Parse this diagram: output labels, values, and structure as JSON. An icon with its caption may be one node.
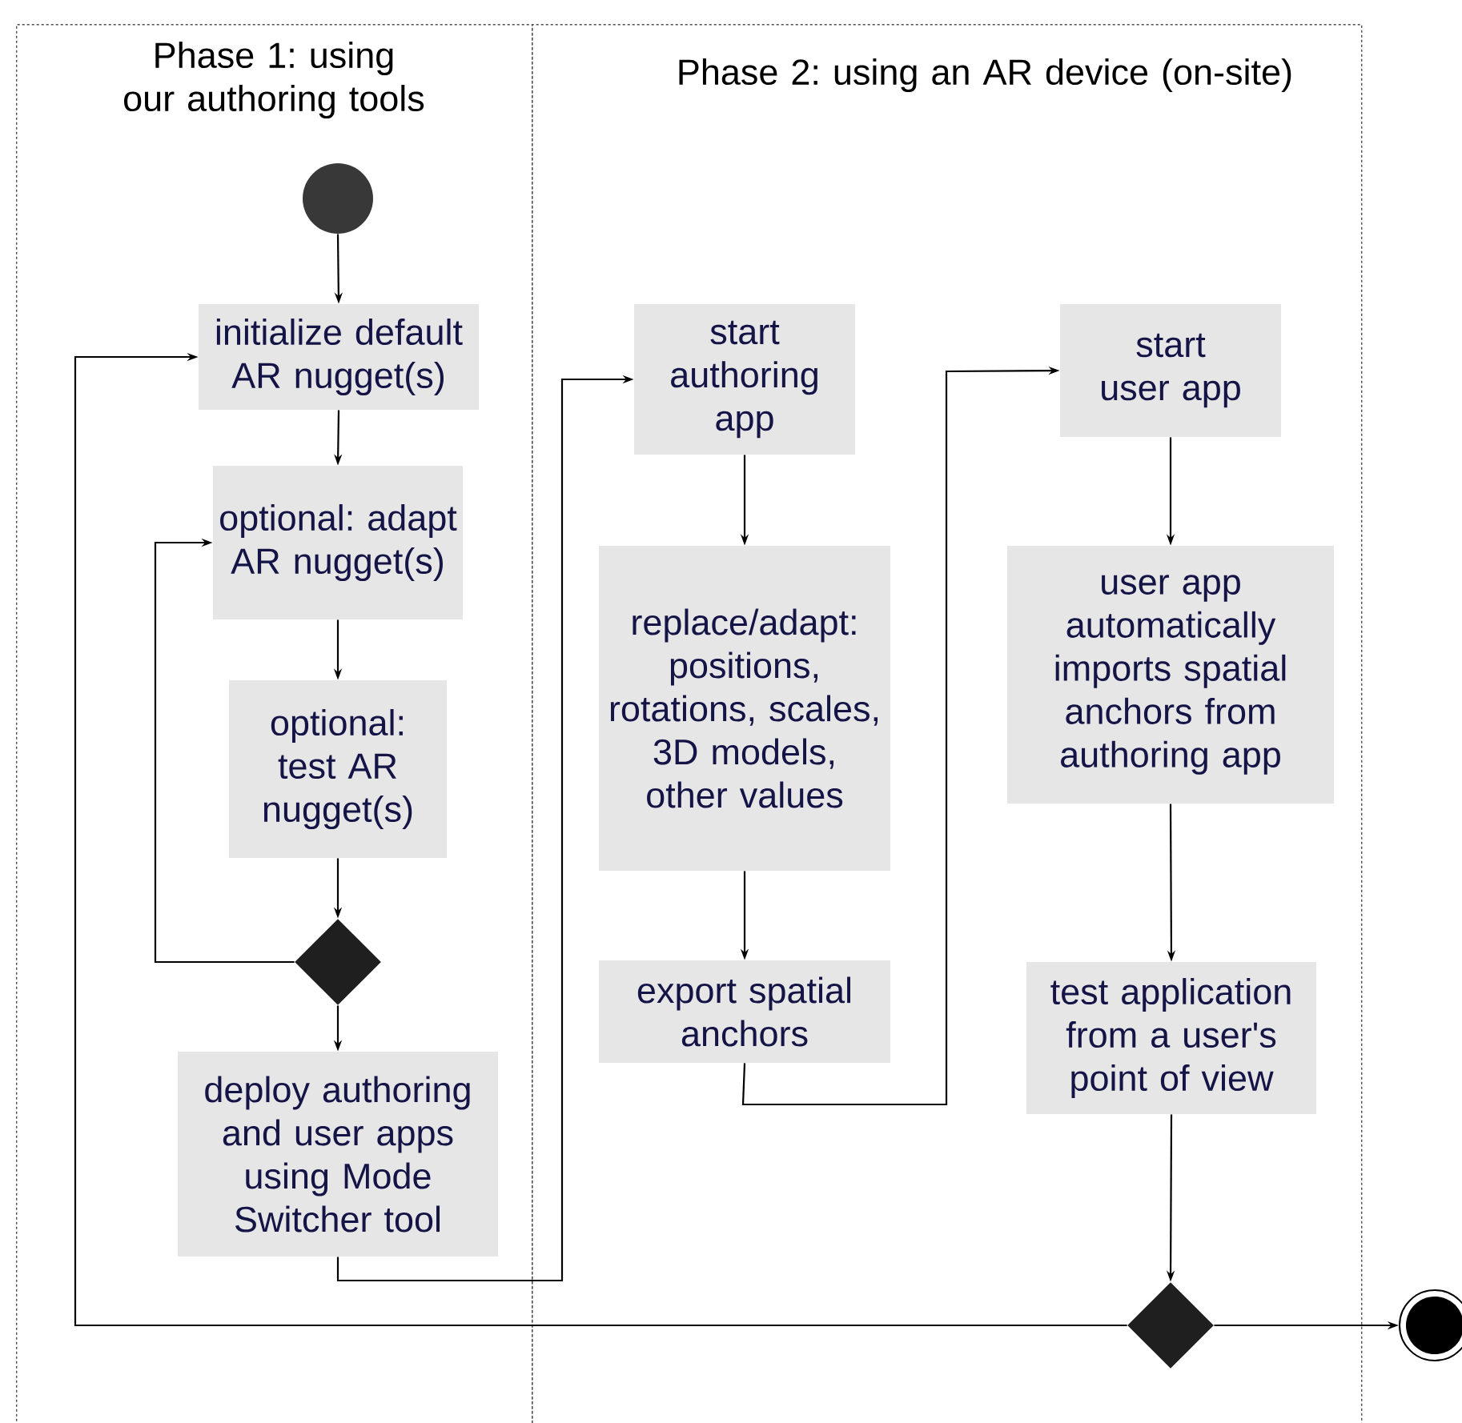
{
  "diagram": {
    "nodes": [
      {
        "text": [
          "Phase 1: using our authoring tools"
        ]
      },
      {
        "text": [
          "Phase 2: using an AR device (on-site)"
        ]
      },
      {
        "text": [],
        "shape": "circle",
        "in": 0
      },
      {
        "text": [
          "initialize default AR nugget(s)"
        ],
        "in": 0
      },
      {
        "text": [
          "optional: adapt AR nugget(s)"
        ],
        "in": 0
      },
      {
        "text": [
          "optional: test AR nugget(s)"
        ],
        "in": 0
      },
      {
        "text": [],
        "shape": "diamond",
        "in": 0
      },
      {
        "text": [
          "deploy authoring and user apps using Mode Switcher tool"
        ],
        "in": 0
      },
      {
        "text": [
          "start authoring app"
        ],
        "in": 1
      },
      {
        "text": [
          "replace/adapt: positions, rotations, scales, 3D models, other values"
        ],
        "in": 1
      },
      {
        "text": [
          "export spatial anchors"
        ],
        "in": 1
      },
      {
        "text": [
          "start user app"
        ],
        "in": 1
      },
      {
        "text": [
          "user app automatically imports spatial anchors from authoring app"
        ],
        "in": 1
      },
      {
        "text": [
          "test application from a user's point of view"
        ],
        "in": 1
      },
      {
        "text": [],
        "shape": "diamond",
        "in": 1
      },
      {
        "text": [],
        "shape": "bullseye"
      }
    ],
    "edges": [
      {
        "from": 2,
        "to": 3,
        "arrow": "to"
      },
      {
        "from": 3,
        "to": 4,
        "arrow": "to"
      },
      {
        "from": 4,
        "to": 5,
        "arrow": "to"
      },
      {
        "from": 5,
        "to": 6,
        "arrow": "to"
      },
      {
        "from": 6,
        "to": 4,
        "arrow": "to"
      },
      {
        "from": 6,
        "to": 7,
        "arrow": "to"
      },
      {
        "from": 7,
        "to": 8,
        "arrow": "to"
      },
      {
        "from": 8,
        "to": 9,
        "arrow": "to"
      },
      {
        "from": 9,
        "to": 10,
        "arrow": "to"
      },
      {
        "from": 10,
        "to": 11,
        "arrow": "to"
      },
      {
        "from": 11,
        "to": 12,
        "arrow": "to"
      },
      {
        "from": 12,
        "to": 13,
        "arrow": "to"
      },
      {
        "from": 13,
        "to": 14,
        "arrow": "to"
      },
      {
        "from": 14,
        "to": 3,
        "arrow": "to"
      },
      {
        "from": 14,
        "to": 15,
        "arrow": "to"
      }
    ]
  }
}
